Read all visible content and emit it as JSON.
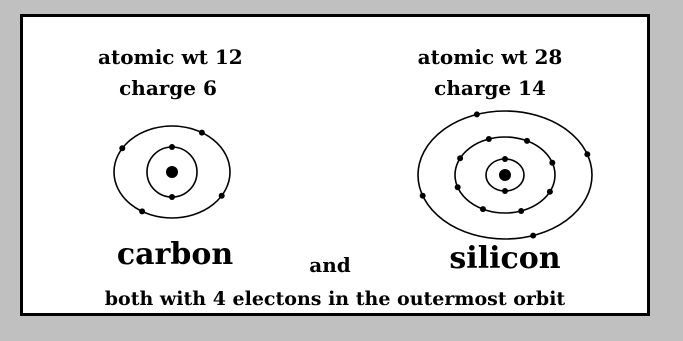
{
  "carbon": {
    "heading_line1": "atomic wt 12",
    "heading_line2": "charge 6",
    "name": "carbon",
    "shells": [
      2,
      4
    ]
  },
  "silicon": {
    "heading_line1": "atomic wt 28",
    "heading_line2": "charge 14",
    "name": "silicon",
    "shells": [
      2,
      8,
      4
    ]
  },
  "connector": "and",
  "footer": "both with 4 electons in the outermost orbit",
  "colors": {
    "background": "#c0c0c0",
    "panel": "#ffffff",
    "ink": "#000000"
  }
}
